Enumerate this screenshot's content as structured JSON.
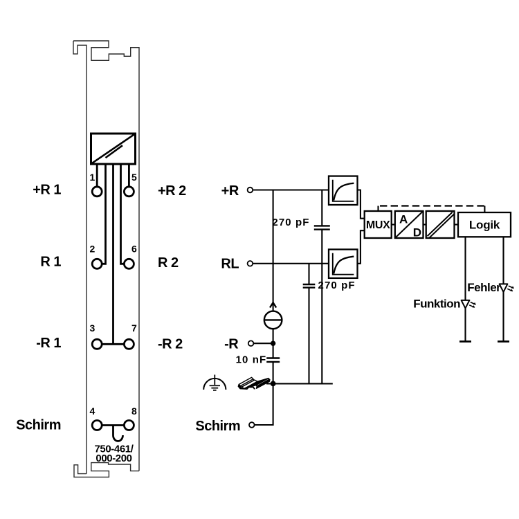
{
  "diagram_title": "750-461/000-200 RTD input module connection diagram",
  "colors": {
    "line": "#000000",
    "module_outline": "#2b2b2b",
    "background": "#ffffff"
  },
  "module": {
    "part_number_line1": "750-461/",
    "part_number_line2": "000-200",
    "left_labels": [
      "+R 1",
      "R 1",
      "-R 1",
      "Schirm"
    ],
    "right_labels": [
      "+R 2",
      "R 2",
      "-R 2"
    ],
    "terminal_numbers_left": [
      "1",
      "2",
      "3",
      "4"
    ],
    "terminal_numbers_right": [
      "5",
      "6",
      "7",
      "8"
    ]
  },
  "schematic": {
    "input_labels": {
      "plus_r": "+R",
      "rl": "RL",
      "minus_r": "-R",
      "schirm": "Schirm"
    },
    "capacitors": {
      "c1": "270 pF",
      "c2": "270 pF",
      "c3": "10 nF"
    },
    "blocks": {
      "mux": "MUX",
      "ad_a": "A",
      "ad_d": "D",
      "logik": "Logik"
    },
    "leds": {
      "funktion": "Funktion",
      "fehler": "Fehler"
    }
  }
}
